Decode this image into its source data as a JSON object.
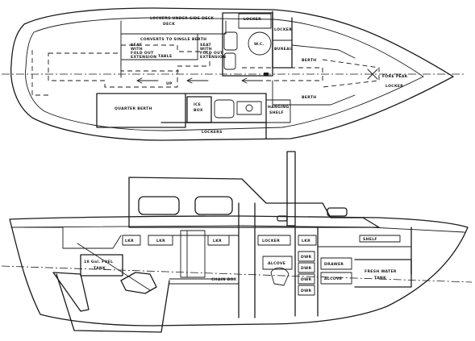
{
  "plan_view": {
    "lockers_under_side_deck": "LOCKERS UNDER SIDE DECK",
    "converts_to_single_berth": "CONVERTS TO SINGLE BERTH",
    "seat_with_fold_out_extension_a": [
      "SEAT",
      "WITH",
      "FOLD OUT",
      "EXTENSION"
    ],
    "seat_with_fold_out_extension_b": [
      "SEAT",
      "WITH",
      "FOLD OUT",
      "EXTENSION"
    ],
    "table": "TABLE",
    "up": "UP",
    "quarter_berth": "QUARTER BERTH",
    "ice_box": [
      "ICE",
      "BOX"
    ],
    "locker_bottom": "LOCKERS",
    "hanging_shelf": [
      "HANGING",
      "SHELF"
    ],
    "head_locker_top": "LOCKER",
    "wc": "W.C.",
    "locker_right": "LOCKER",
    "bureau": "BUREAU",
    "berth_upper": "BERTH",
    "berth_lower": "BERTH",
    "fore_peak_locker": [
      "FORE PEAK",
      "LOCKER"
    ]
  },
  "profile_view": {
    "lkr_1": "LKR",
    "lkr_2": "LKR",
    "lkr_3": "LKR",
    "locker": "LOCKER",
    "lkr_4": "LKR",
    "shelf": "SHELF",
    "fuel_tank": [
      "18 Gal. FUEL",
      "TANK"
    ],
    "alcove": "ALCOVE",
    "drws_1": "DWR",
    "drws_2": "DWR",
    "drws_3": "DWR",
    "drws_4": "DWR",
    "drawer_1": "DRAWER",
    "drawer_2": "ALCOVE",
    "fresh_water_tank": [
      "FRESH WATER",
      "TANK"
    ],
    "bunk_lbl": "CHAIN BOX"
  }
}
